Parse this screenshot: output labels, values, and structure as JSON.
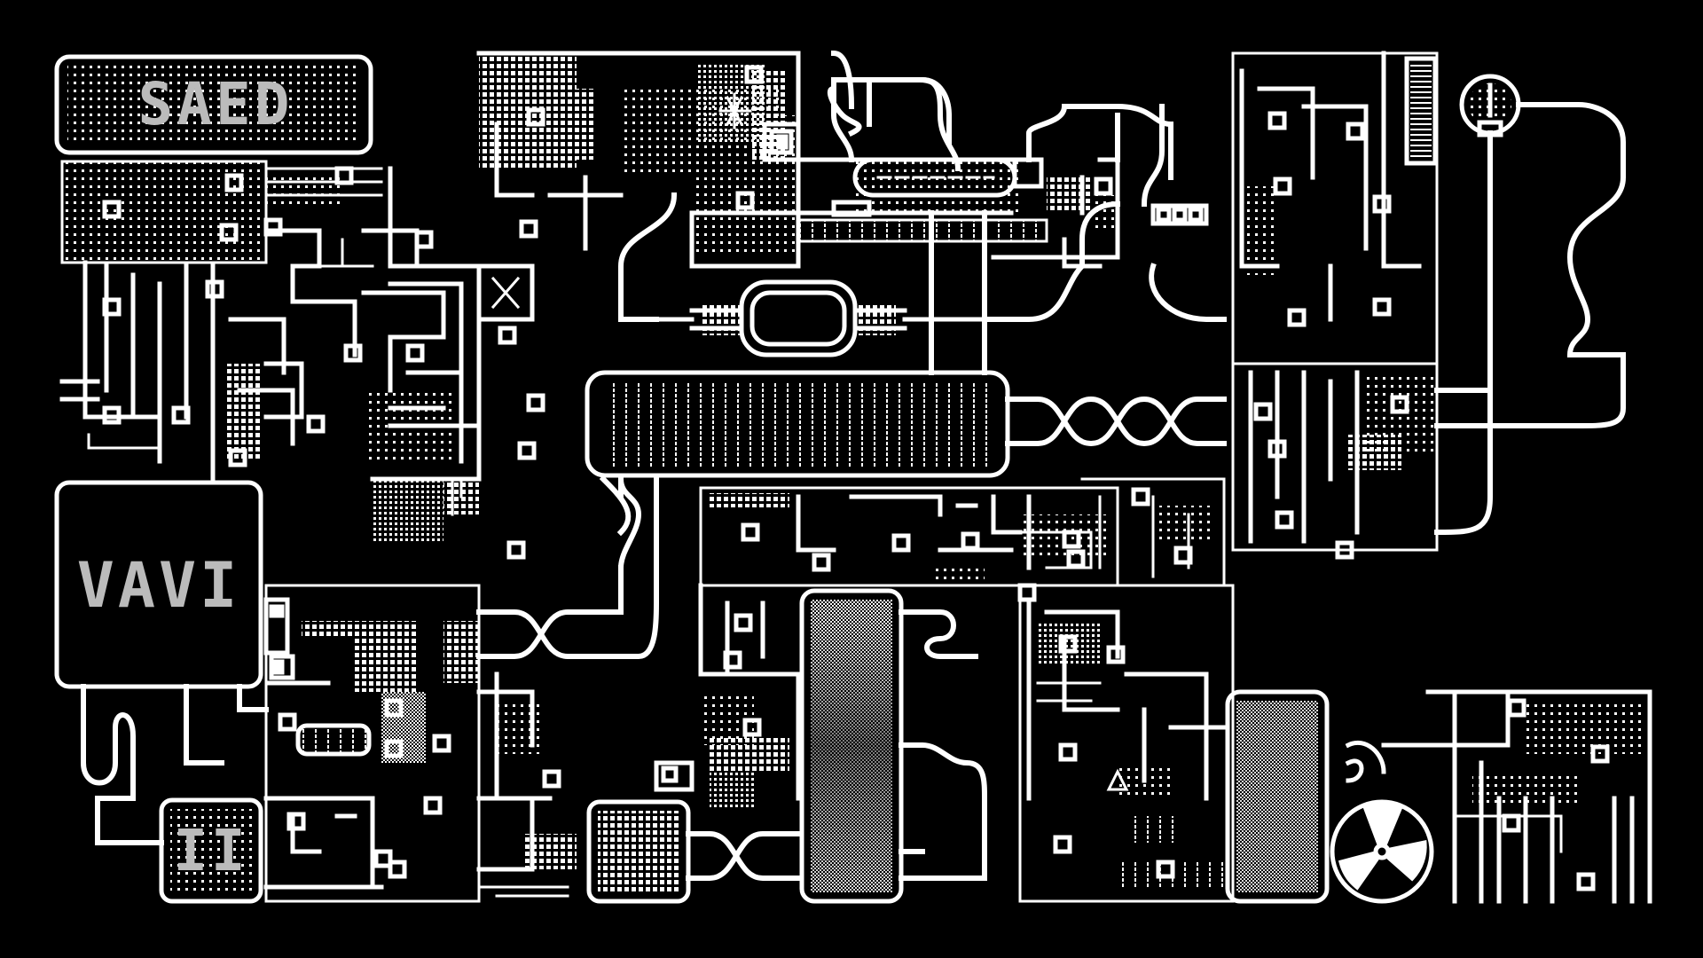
{
  "palette": {
    "background": "#000000",
    "foreground": "#ffffff",
    "dim": "#9a9a9a"
  },
  "panels": {
    "top_left_display": {
      "text": "SAED"
    },
    "left_display": {
      "text": "VAVI"
    },
    "bottom_left_display": {
      "text": "II"
    }
  },
  "icons": [
    "pressure-gauge-icon",
    "fan-icon",
    "target-crosshair-icon",
    "hatched-capsule-icon"
  ]
}
